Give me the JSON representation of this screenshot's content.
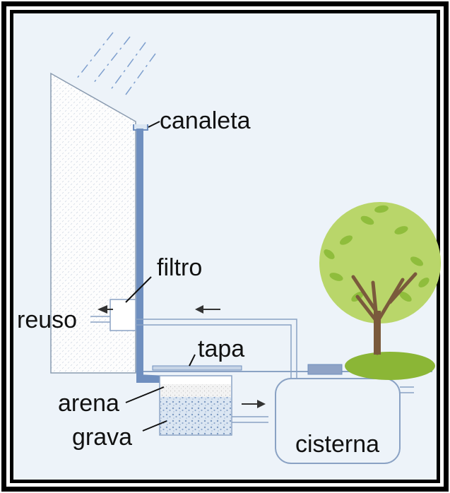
{
  "diagram": {
    "labels": {
      "canaleta": "canaleta",
      "filtro": "filtro",
      "reuso": "reuso",
      "tapa": "tapa",
      "arena": "arena",
      "grava": "grava",
      "cisterna": "cisterna"
    },
    "colors": {
      "border": "#000000",
      "background": "#edf3f9",
      "pipe": "#6f8fbf",
      "pipe_outline": "#8aa2c4",
      "wall": "#fdfdfd",
      "tank": "#edf3f9",
      "tree_canopy": "#b9d66a",
      "tree_trunk": "#7a5a3c",
      "grass": "#8bb636",
      "rain": "#7e9fce",
      "text": "#111111"
    },
    "icons": [
      "rain-icon",
      "tree-icon",
      "arrow-left-icon",
      "arrow-right-icon"
    ]
  }
}
